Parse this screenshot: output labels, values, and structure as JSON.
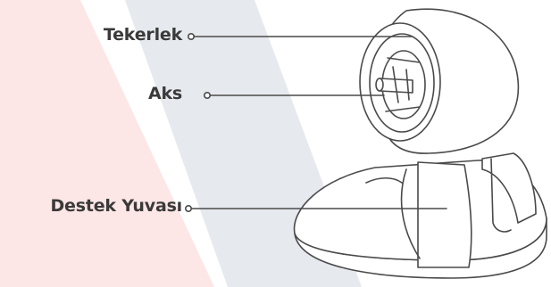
{
  "labels": {
    "wheel": "Tekerlek",
    "axle": "Aks",
    "support_slot": "Destek Yuvası"
  },
  "colors": {
    "stripe_pink": "#fde6e6",
    "stripe_grey": "#e6e9ee",
    "line": "#4a4a4a",
    "text": "#3a3a3a"
  }
}
